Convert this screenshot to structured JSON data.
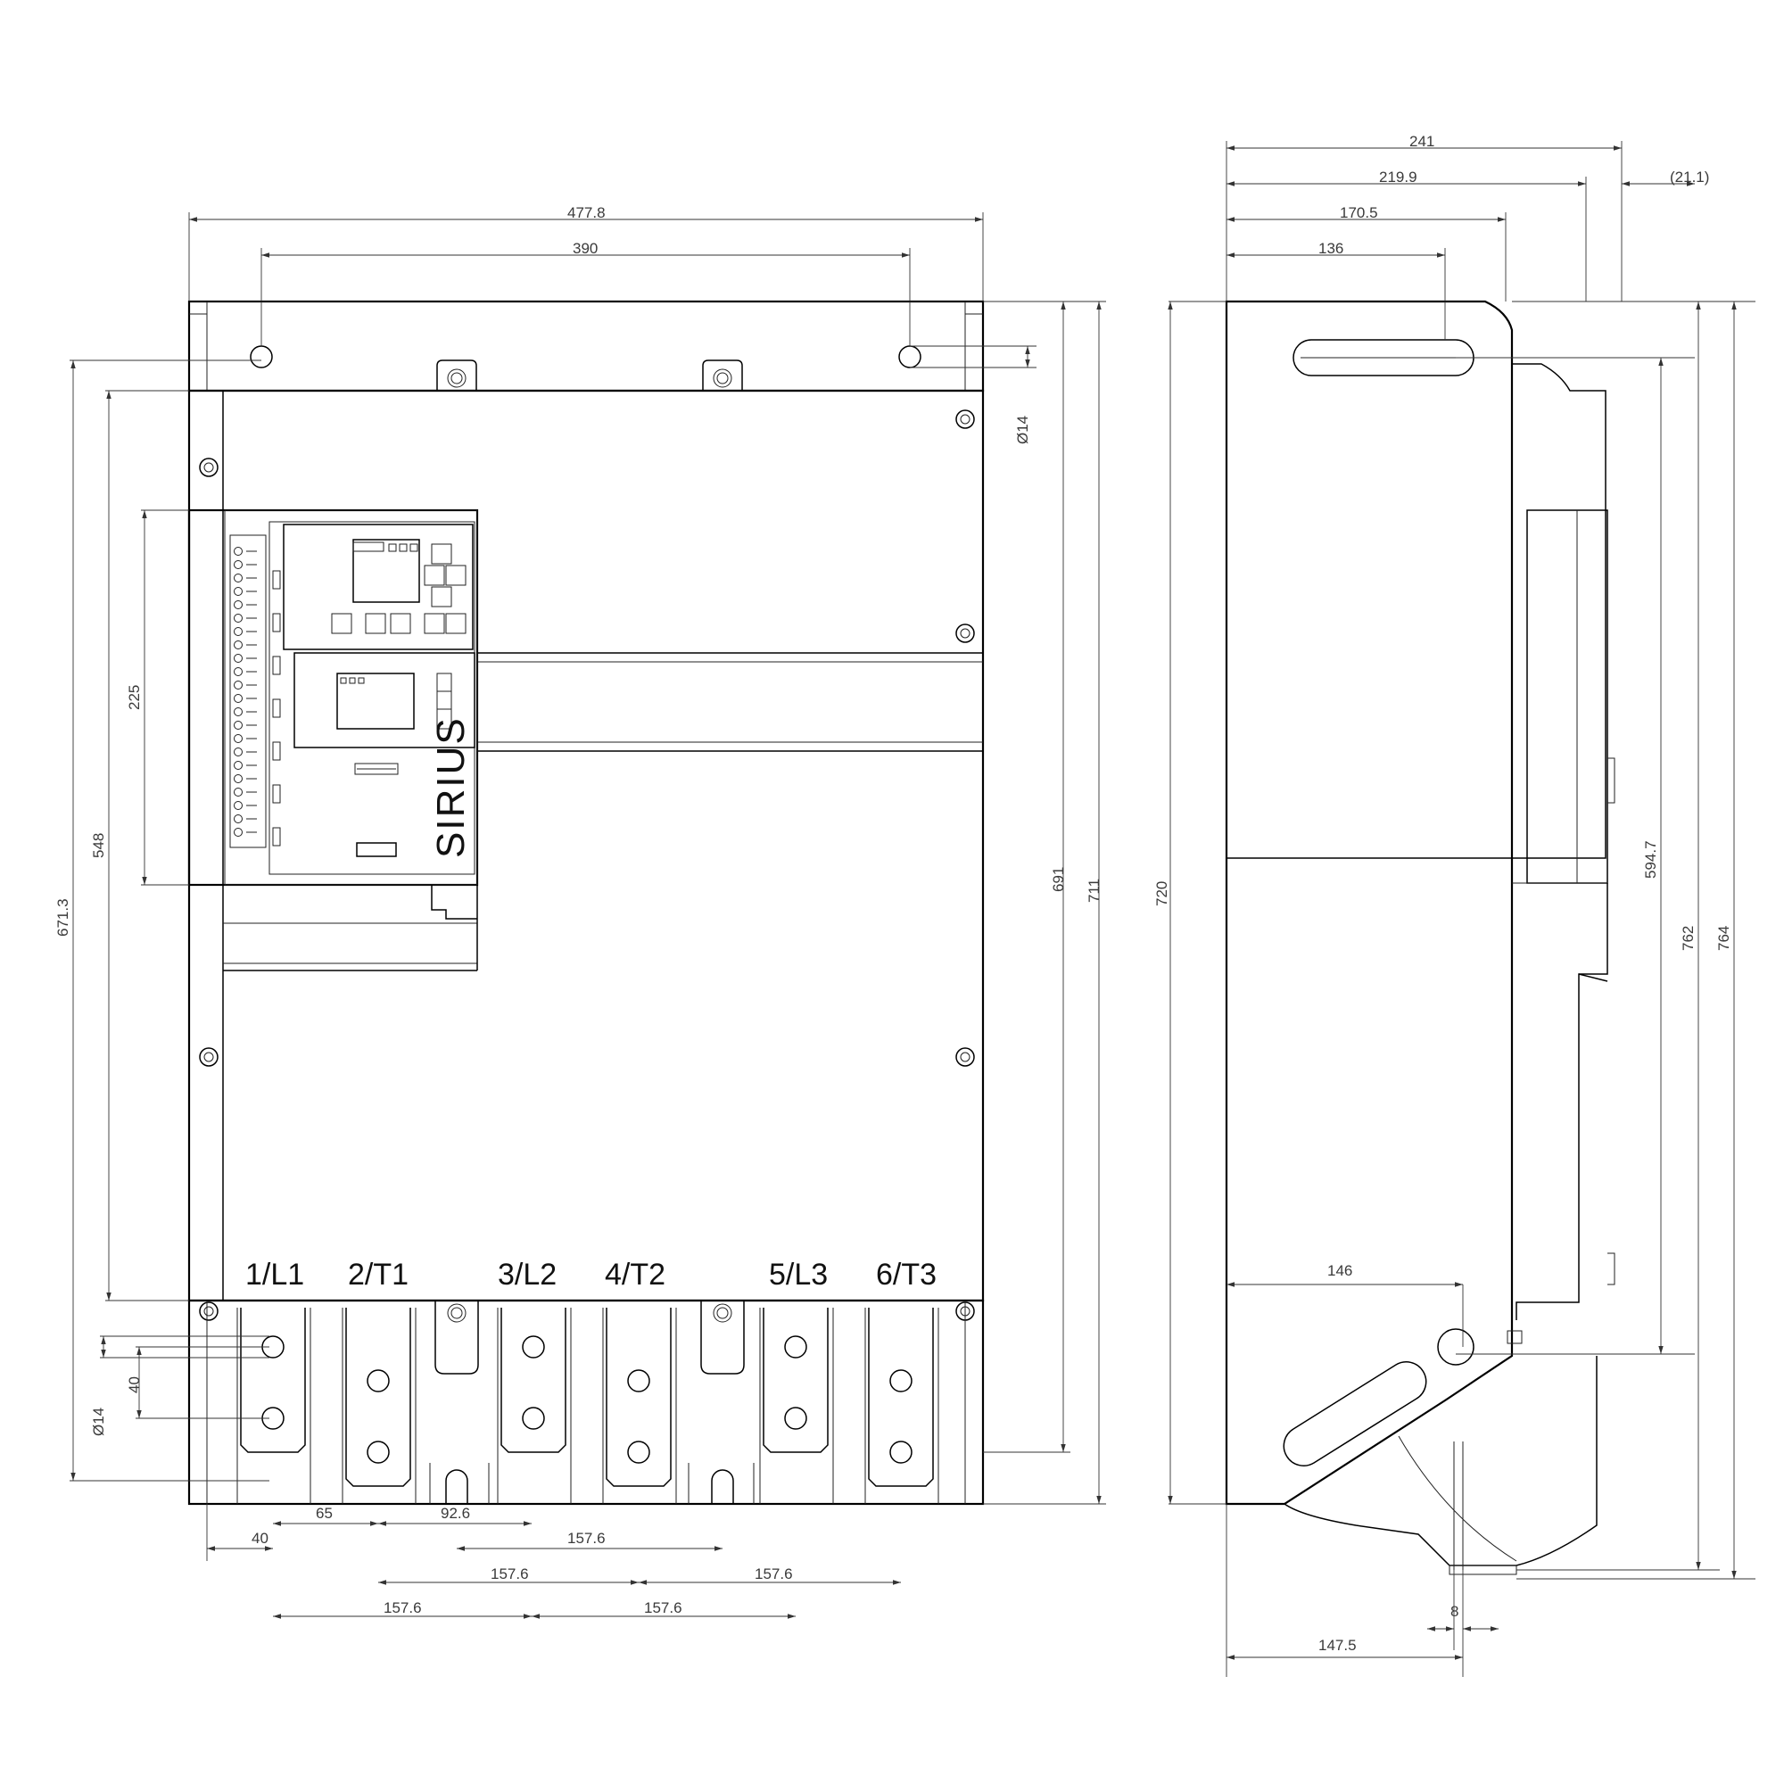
{
  "front_view": {
    "terminals": [
      "1/L1",
      "2/T1",
      "3/L2",
      "4/T2",
      "5/L3",
      "6/T3"
    ],
    "brand": "SIRIUS",
    "dimensions": {
      "overall_width": "477.8",
      "hole_spacing": "390",
      "hole_dia_top": "Ø14",
      "height_691": "691",
      "height_711": "711",
      "height_671": "671.3",
      "height_548": "548",
      "module_height": "225",
      "hole_dia_bottom": "Ø14",
      "busbar_hole_gap": "40",
      "offset_40": "40",
      "offset_65": "65",
      "offset_92": "92.6",
      "pitch_a": "157.6",
      "pitch_b": "157.6",
      "pitch_c": "157.6",
      "pitch_d": "157.6",
      "pitch_e": "157.6"
    }
  },
  "side_view": {
    "dimensions": {
      "depth_241": "241",
      "depth_219": "219.9",
      "depth_21": "(21.1)",
      "depth_170": "170.5",
      "depth_136": "136",
      "height_720": "720",
      "height_594": "594.7",
      "height_762": "762",
      "height_764": "764",
      "depth_146": "146",
      "depth_147": "147.5",
      "thickness_8": "8"
    }
  }
}
